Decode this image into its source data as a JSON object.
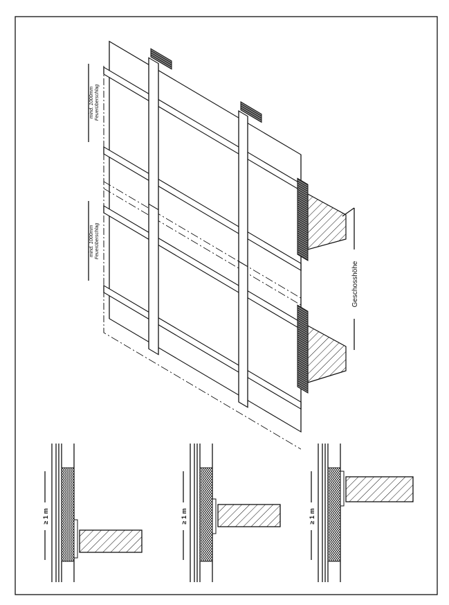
{
  "labels": {
    "fire_spread_upper": [
      "mind. 1000mm",
      "Feuerüberschlag"
    ],
    "fire_spread_lower": [
      "mind. 1000mm",
      "Feuerüberschlag"
    ],
    "storey_height": "Geschosshöhe",
    "detail_dim": [
      "≥ 1 m",
      "≥ 1 m",
      "≥ 1 m"
    ]
  }
}
